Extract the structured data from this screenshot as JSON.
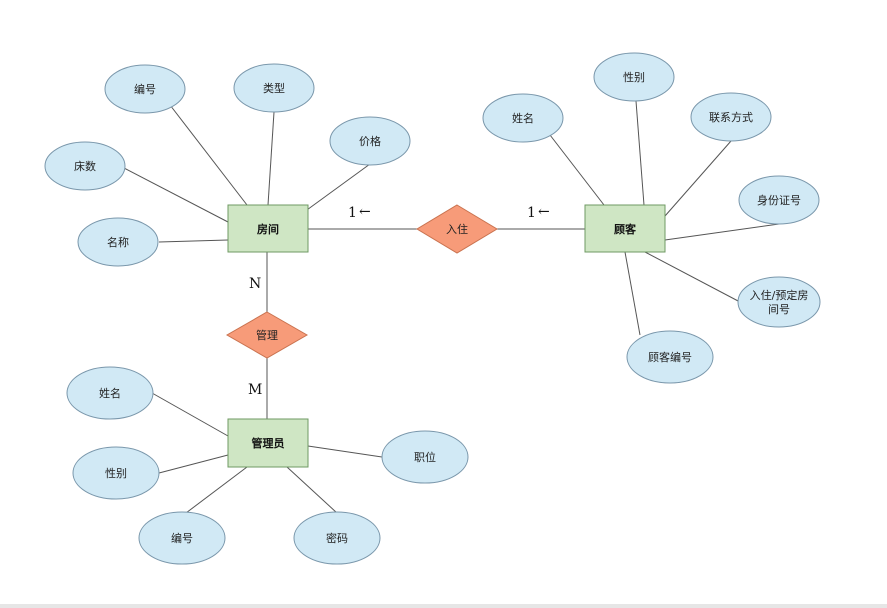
{
  "colors": {
    "attribute_fill": "#d1e9f5",
    "attribute_stroke": "#7a97ab",
    "entity_fill": "#cfe6c4",
    "entity_stroke": "#6f9a63",
    "relationship_fill": "#f79b79",
    "relationship_stroke": "#c9724f",
    "line": "#555555"
  },
  "entities": {
    "room": "房间",
    "guest": "顾客",
    "admin": "管理员"
  },
  "relationships": {
    "stay": "入住",
    "manage": "管理"
  },
  "attributes": {
    "room": [
      "编号",
      "类型",
      "价格",
      "床数",
      "名称"
    ],
    "guest": [
      "姓名",
      "性别",
      "联系方式",
      "身份证号",
      "入住/预定房",
      "间号",
      "顾客编号"
    ],
    "admin": [
      "姓名",
      "性别",
      "编号",
      "密码",
      "职位"
    ]
  },
  "cardinality": {
    "room_stay": "1",
    "guest_stay": "1",
    "room_manage": "N",
    "admin_manage": "M",
    "arrow": "←"
  }
}
